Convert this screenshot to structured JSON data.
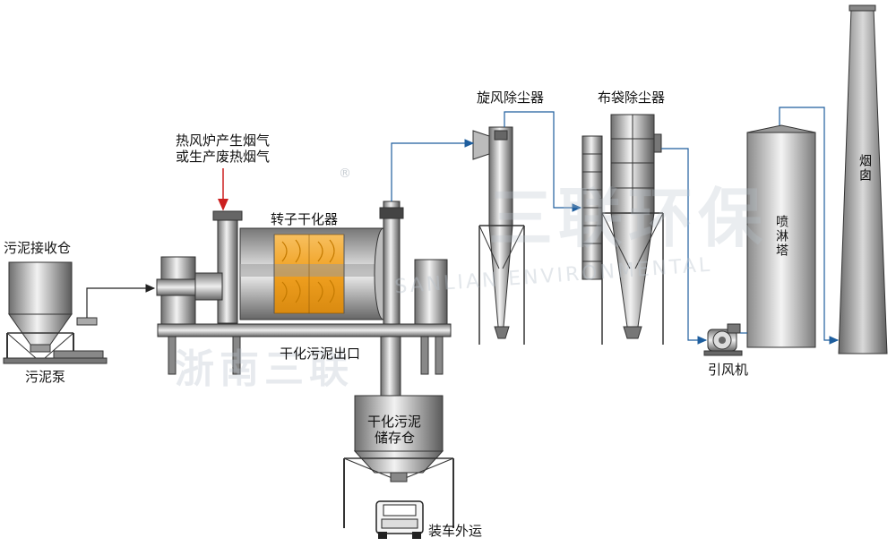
{
  "labels": {
    "sludge_bin": "污泥接收仓",
    "sludge_pump": "污泥泵",
    "hot_air_line1": "热风炉产生烟气",
    "hot_air_line2": "或生产废热烟气",
    "rotor_dryer": "转子干化器",
    "dried_outlet": "干化污泥出口",
    "storage_bin_line1": "干化污泥",
    "storage_bin_line2": "储存仓",
    "truck_out": "装车外运",
    "cyclone": "旋风除尘器",
    "bag_filter": "布袋除尘器",
    "spray_tower": "喷淋塔",
    "induced_fan": "引风机",
    "chimney": "烟囱"
  },
  "watermark": {
    "brand_cn": "浙南三联",
    "brand_en": "SANLIAN ENVIRONMENTAL",
    "brand_logo_big": "三联环保",
    "reg_mark": "®"
  },
  "colors": {
    "flow_line": "#1e5e9e",
    "inlet_arrow": "#cc1f1f",
    "steel_dark": "#5c5c5c",
    "steel_light": "#e8e8e8",
    "drum_orange": "#f0a020"
  }
}
